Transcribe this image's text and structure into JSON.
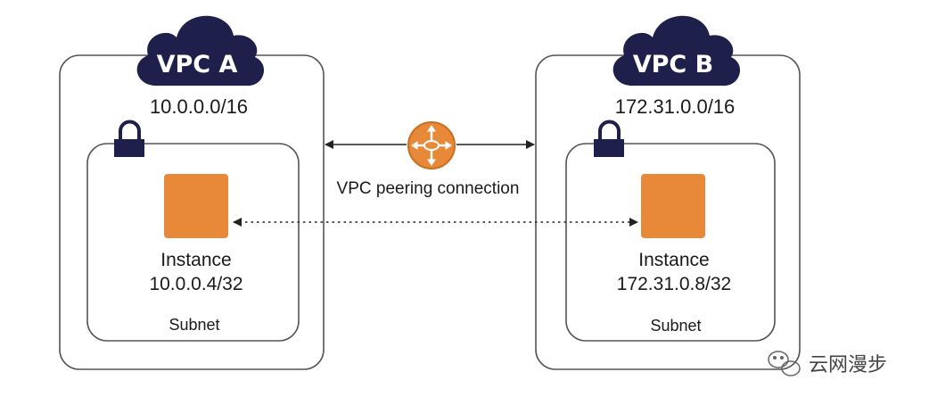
{
  "vpc_a": {
    "label": "VPC A",
    "cidr": "10.0.0.0/16",
    "subnet_label": "Subnet",
    "instance_label": "Instance",
    "instance_ip": "10.0.0.4/32"
  },
  "vpc_b": {
    "label": "VPC B",
    "cidr": "172.31.0.0/16",
    "subnet_label": "Subnet",
    "instance_label": "Instance",
    "instance_ip": "172.31.0.8/32"
  },
  "peering": {
    "label": "VPC peering connection",
    "icon": "router-icon"
  },
  "watermark": {
    "text": "云网漫步",
    "icon": "wechat-icon"
  },
  "colors": {
    "cloud": "#1e1f4b",
    "instance": "#e8893a",
    "router": "#e8893a",
    "border": "#555555"
  }
}
